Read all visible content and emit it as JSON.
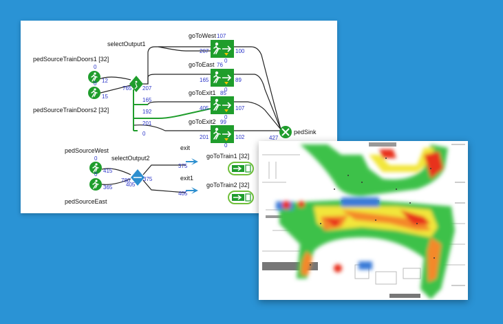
{
  "flowchart": {
    "select_output_1": "selectOutput1",
    "select_output_2": "selectOutput2",
    "source_doors_1": "pedSourceTrainDoors1 [32]",
    "source_doors_2": "pedSourceTrainDoors2 [32]",
    "source_west": "pedSourceWest",
    "source_east": "pedSourceEast",
    "go_west": "goToWest",
    "go_east": "goToEast",
    "go_exit_1": "goToExit1",
    "go_exit_2": "goToExit2",
    "ped_sink": "pedSink",
    "exit_label": "exit",
    "exit1_label": "exit1",
    "go_train_1": "goToTrain1 [32]",
    "go_train_2": "goToTrain2 [32]",
    "counts": {
      "doors1_top": "0",
      "doors1_out": "12",
      "doors2_top": "0",
      "doors2_out": "15",
      "select1_in": "765",
      "select1_out": "207",
      "branch_165": "165",
      "branch_192": "192",
      "branch_201": "201",
      "branch_0": "0",
      "west_top": "107",
      "west_in": "207",
      "west_out": "100",
      "west_bottom": "0",
      "east_top": "76",
      "east_in": "165",
      "east_out": "89",
      "east_bottom": "0",
      "exit1_top": "85",
      "exit1_in": "405",
      "exit1_out": "107",
      "exit1_bottom": "0",
      "exit2_top": "99",
      "exit2_in": "201",
      "exit2_out": "102",
      "exit2_bottom": "0",
      "sink_in": "427",
      "west_src_top": "0",
      "west_src_out": "415",
      "east_src_top": "0",
      "east_src_out": "365",
      "select2_in": "780",
      "select2_up": "375",
      "select2_down": "405",
      "exit_in": "375"
    }
  },
  "colors": {
    "background": "#2a93d5",
    "block_green": "#1f9d2c",
    "count_blue": "#2a34c8",
    "exit_arrow": "#2d8fcf",
    "select2_diamond": "#2d8fcf"
  }
}
